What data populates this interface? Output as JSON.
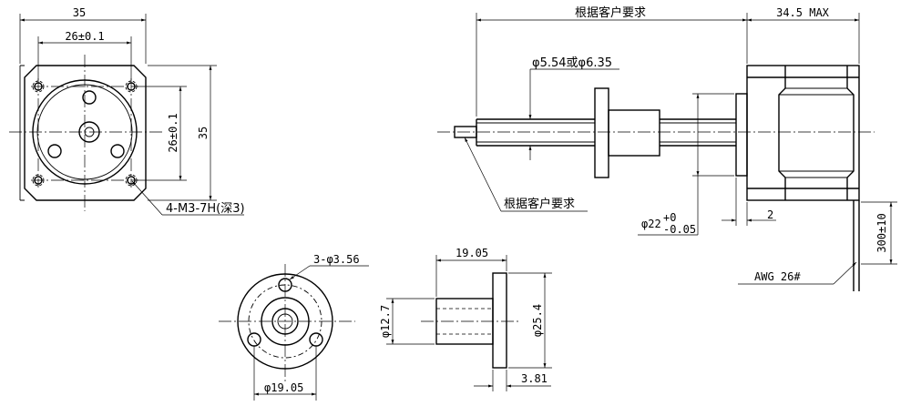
{
  "front_view": {
    "width_label": "35",
    "hole_spacing_h_label": "26±0.1",
    "hole_spacing_v_label": "26±0.1",
    "height_label": "35",
    "thread_label": "4-M3-7H(深3)"
  },
  "side_view": {
    "length_label": "根据客户要求",
    "body_label": "34.5 MAX",
    "screw_label": "φ5.54或φ6.35",
    "end_label": "根据客户要求",
    "boss_label": "φ22",
    "boss_tol_upper": "+0",
    "boss_tol_lower": "-0.05",
    "boss_height_label": "2",
    "lead_length_label": "300±10",
    "wire_label": "AWG 26#"
  },
  "nut_front_view": {
    "holes_label": "3-φ3.56",
    "pcd_label": "φ19.05"
  },
  "nut_side_view": {
    "length_label": "19.05",
    "body_dia_label": "φ12.7",
    "flange_dia_label": "φ25.4",
    "flange_thick_label": "3.81"
  }
}
